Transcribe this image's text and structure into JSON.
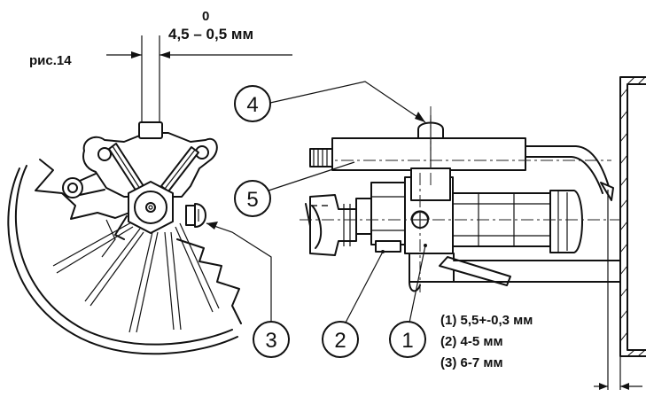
{
  "figure_label": "рис.14",
  "gap_dimension": {
    "upper_tolerance": "0",
    "value": "4,5 – 0,5 мм"
  },
  "callouts": [
    "1",
    "2",
    "3",
    "4",
    "5"
  ],
  "spec_lines": [
    "(1) 5,5+-0,3 мм",
    "(2) 4-5 мм",
    "(3) 6-7 мм"
  ]
}
